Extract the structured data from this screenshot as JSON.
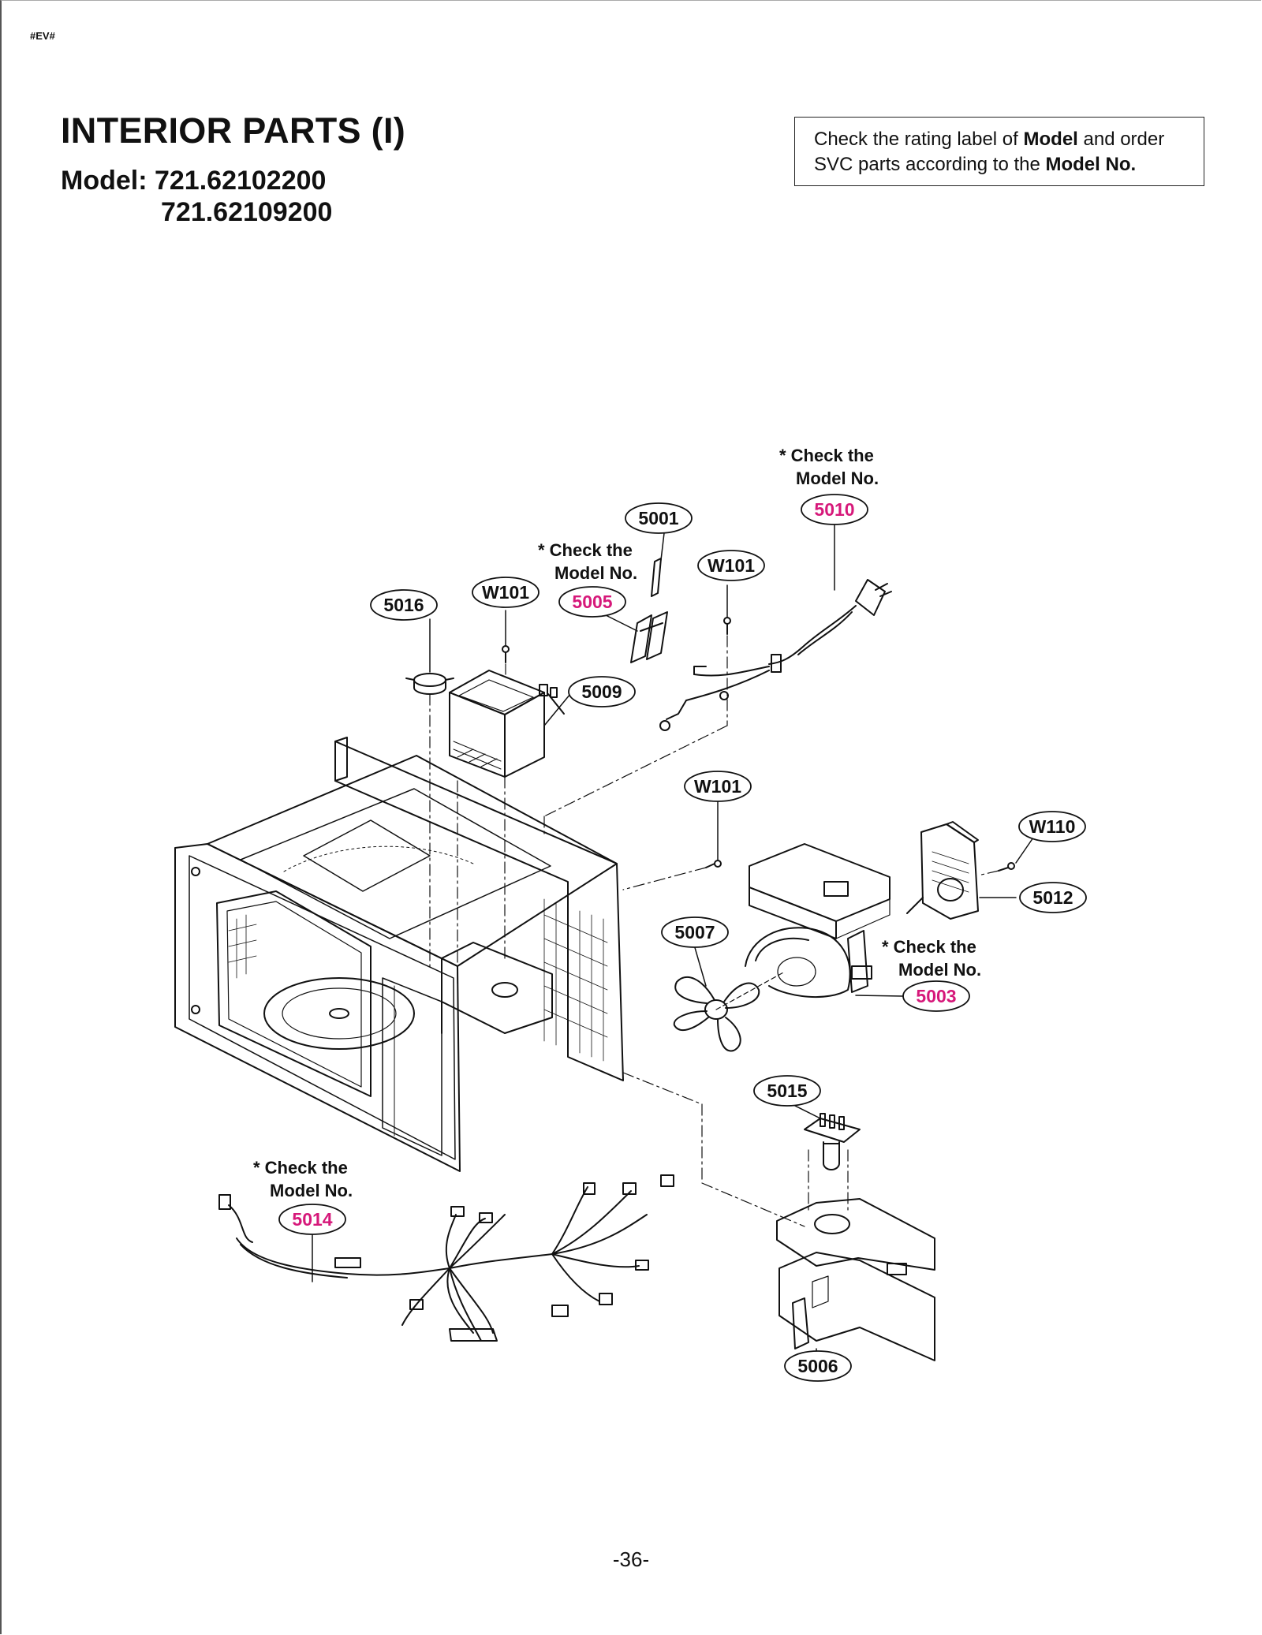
{
  "doc_tag": "#EV#",
  "title": "INTERIOR PARTS (I)",
  "model": {
    "label": "Model: 721.62102200",
    "line2": "721.62109200"
  },
  "note": {
    "part1": "Check the rating label of ",
    "bold1": "Model",
    "part2": " and order SVC parts according to the ",
    "bold2": "Model No."
  },
  "check_note": {
    "line1": "* Check the",
    "line2": "Model No."
  },
  "callouts": {
    "p5001": "5001",
    "p5003": "5003",
    "p5005": "5005",
    "p5006": "5006",
    "p5007": "5007",
    "p5009": "5009",
    "p5010": "5010",
    "p5012": "5012",
    "p5014": "5014",
    "p5015": "5015",
    "p5016": "5016",
    "w101": "W101",
    "w110": "W110"
  },
  "colors": {
    "check_model_part": "#d6187a",
    "line": "#111111"
  },
  "page_number": "-36-"
}
